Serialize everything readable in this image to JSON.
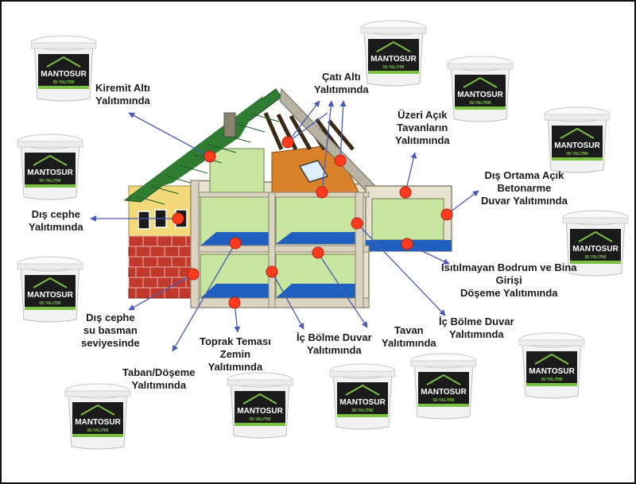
{
  "brand": {
    "name": "MANTOSUR",
    "tagline": "ISI YALITIM"
  },
  "colors": {
    "roof": "#2e7d32",
    "attic_wood": "#d9822b",
    "wall_interior": "#c8e6a0",
    "floor": "#1f5fbf",
    "brick": "#c0392b",
    "facade": "#f3d97a",
    "frame": "#e8e2d0",
    "marker": "#ff3b1f",
    "arrow": "#4a5bb5",
    "bucket_label": "#1b1b1b",
    "bucket_accent": "#7ac143"
  },
  "labels": [
    {
      "id": "kiremit",
      "lines": [
        "Kiremit Altı",
        "Yalıtımında"
      ]
    },
    {
      "id": "cati",
      "lines": [
        "Çatı Altı",
        "Yalıtımında"
      ]
    },
    {
      "id": "uzeri",
      "lines": [
        "Üzeri Açık",
        "Tavanların",
        "Yalıtımında"
      ]
    },
    {
      "id": "disortama",
      "lines": [
        "Dış Ortama Açık",
        "Betonarme",
        "Duvar Yalıtımında"
      ]
    },
    {
      "id": "discephe",
      "lines": [
        "Dış cephe",
        "Yalıtımında"
      ]
    },
    {
      "id": "isitilmayan",
      "lines": [
        "Isıtılmayan Bodrum ve Bina",
        "Girişi",
        "Döşeme Yalıtımında"
      ]
    },
    {
      "id": "disbasman",
      "lines": [
        "Dış cephe",
        "su basman",
        "seviyesinde"
      ]
    },
    {
      "id": "icbolme2",
      "lines": [
        "İç Bölme Duvar",
        "Yalıtımında"
      ]
    },
    {
      "id": "toprak",
      "lines": [
        "Toprak Teması",
        "Zemin",
        "Yalıtımında"
      ]
    },
    {
      "id": "icbolme1",
      "lines": [
        "İç Bölme Duvar",
        "Yalıtımında"
      ]
    },
    {
      "id": "tavan",
      "lines": [
        "Tavan",
        "Yalıtımında"
      ]
    },
    {
      "id": "taban",
      "lines": [
        "Taban/Döşeme",
        "Yalıtımında"
      ]
    }
  ]
}
